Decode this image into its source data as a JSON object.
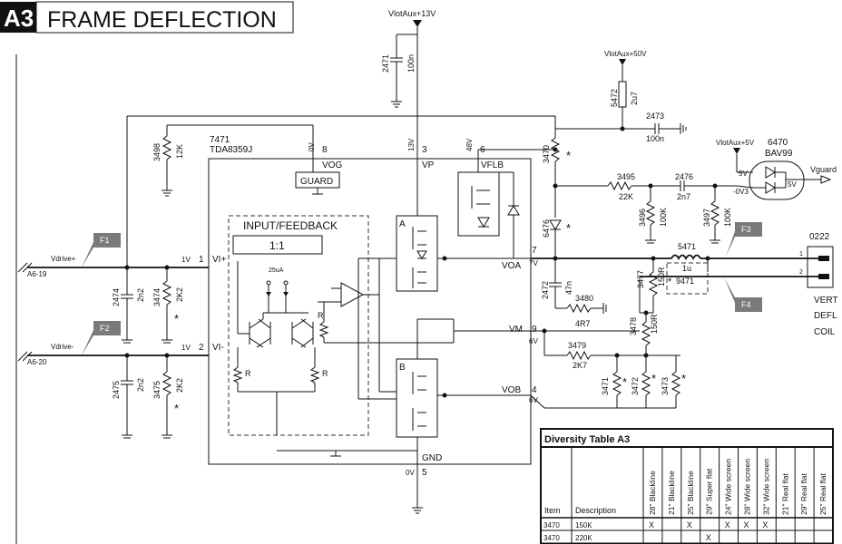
{
  "header": {
    "section": "A3",
    "title": "FRAME DEFLECTION"
  },
  "supplies": {
    "v13": "VlotAux+13V",
    "v50": "VlotAux+50V",
    "v5": "VlotAux+5V"
  },
  "ic": {
    "ref": "7471",
    "type": "TDA8359J",
    "block": "INPUT/FEEDBACK",
    "ratio": "1:1",
    "guard": "GUARD",
    "current": "25uA",
    "pins": {
      "vog": "VOG",
      "vp": "VP",
      "vflb": "VFLB",
      "voa": "VOA",
      "vm": "VM",
      "vob": "VOB",
      "gnd": "GND",
      "viplus": "VI+",
      "viminus": "VI-",
      "n1": "1",
      "n2": "2",
      "n3": "3",
      "n4": "4",
      "n5": "5",
      "n6": "6",
      "n7": "7",
      "n8": "8",
      "n9": "9"
    },
    "volts": {
      "p8": "0V",
      "p3": "13V",
      "p6": "48V",
      "p7": "7V",
      "p9": "6V",
      "p4": "6V",
      "p5": "0V",
      "p1": "1V",
      "p2": "1V"
    },
    "amp_a": "A",
    "amp_b": "B",
    "r": "R"
  },
  "inputs": {
    "vdrive_plus": "Vdrive+",
    "vdrive_minus": "Vdrive-",
    "a6_19": "A6-19",
    "a6_20": "A6-20",
    "f1": "F1",
    "f2": "F2",
    "f3": "F3",
    "f4": "F4"
  },
  "components": {
    "c2471": {
      "ref": "2471",
      "val": "100n"
    },
    "r3498": {
      "ref": "3498",
      "val": "12K"
    },
    "c2474": {
      "ref": "2474",
      "val": "2n2"
    },
    "r3474": {
      "ref": "3474",
      "val": "2K2"
    },
    "c2475": {
      "ref": "2475",
      "val": "2n2"
    },
    "r3475": {
      "ref": "3475",
      "val": "2K2"
    },
    "l5472": {
      "ref": "5472",
      "val": "2u7"
    },
    "c2473": {
      "ref": "2473",
      "val": "100n"
    },
    "r3470": {
      "ref": "3470",
      "val": "*"
    },
    "d6476": {
      "ref": "6476",
      "val": "*"
    },
    "r3495": {
      "ref": "3495",
      "val": "22K"
    },
    "c2476": {
      "ref": "2476",
      "val": "2n7"
    },
    "r3496": {
      "ref": "3496",
      "val": "100K"
    },
    "r3497a": {
      "ref": "3497",
      "val": "100K"
    },
    "d6470": {
      "ref": "6470",
      "val": "BAV99"
    },
    "l5471": {
      "ref": "5471",
      "val": "1u"
    },
    "r3477": {
      "ref": "3477",
      "val": "150R"
    },
    "f9471": {
      "ref": "9471",
      "val": "*"
    },
    "c2472": {
      "ref": "2472",
      "val": "47n"
    },
    "r3480": {
      "ref": "3480",
      "val": "4R7"
    },
    "r3478": {
      "ref": "3478",
      "val": "150R"
    },
    "r3479": {
      "ref": "3479",
      "val": "2K7"
    },
    "r3471": {
      "ref": "3471",
      "val": "*"
    },
    "r3472": {
      "ref": "3472",
      "val": "*"
    },
    "r3473": {
      "ref": "3473",
      "val": "*"
    }
  },
  "bav": {
    "v5": "5V",
    "vm03": "-0V3",
    "vout": "5V"
  },
  "vguard": "Vguard",
  "connector": {
    "ref": "0222",
    "pin1": "1",
    "pin2": "2",
    "line1": "VERT",
    "line2": "DEFL",
    "line3": "COIL"
  },
  "table": {
    "title": "Diversity Table A3",
    "col_item": "Item",
    "col_desc": "Description",
    "variants": [
      "28\" Blackline",
      "21\" Blackline",
      "25\" Blackline",
      "29\" Super flat",
      "24\" Wide screen",
      "28\" Wide screen",
      "32\" Wide screen",
      "21\" Real flat",
      "29\" Real flat",
      "25\" Real flat"
    ],
    "rows": [
      {
        "item": "3470",
        "desc": "150K",
        "marks": [
          "X",
          "",
          "X",
          "",
          "X",
          "X",
          "X",
          "",
          "",
          ""
        ]
      },
      {
        "item": "3470",
        "desc": "220K",
        "marks": [
          "",
          "",
          "",
          "X",
          "",
          "",
          "",
          "",
          "",
          ""
        ]
      }
    ]
  }
}
